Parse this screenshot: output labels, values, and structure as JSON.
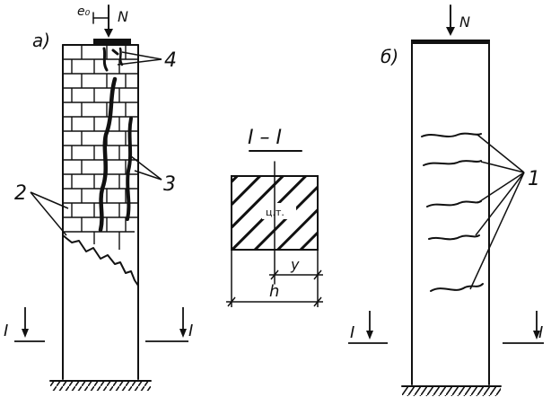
{
  "diagram": {
    "panel_a": {
      "label": "a)",
      "eccentricity_label": "e₀",
      "force_label": "N",
      "crack_label_2": "2",
      "crack_label_3": "3",
      "crack_label_4": "4",
      "section_mark": "I"
    },
    "section": {
      "title": "I – I",
      "centroid_label": "ц.т.",
      "dim_y": "y",
      "dim_h": "h"
    },
    "panel_b": {
      "label": "б)",
      "force_label": "N",
      "crack_label_1": "1",
      "section_mark": "I"
    }
  }
}
